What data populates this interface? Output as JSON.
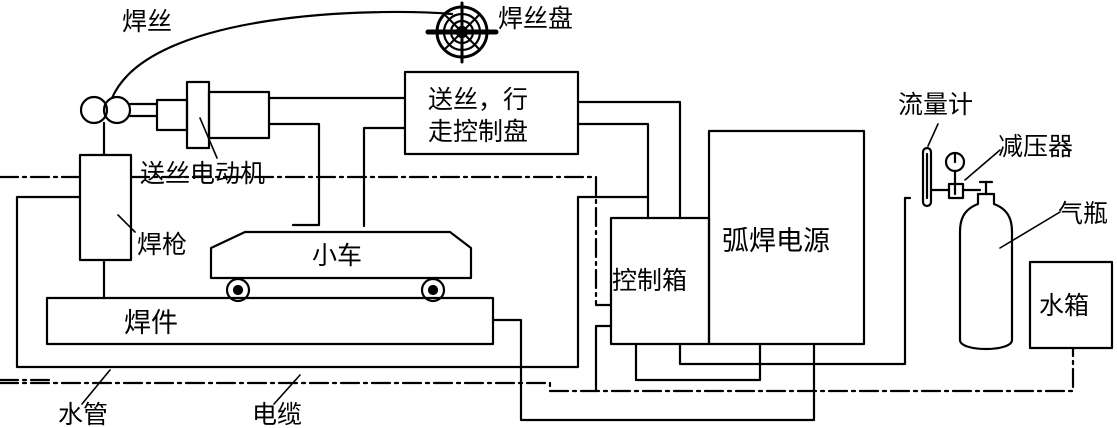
{
  "labels": {
    "wire": "焊丝",
    "wire_reel": "焊丝盘",
    "control_panel_line1": "送丝，行",
    "control_panel_line2": "走控制盘",
    "wire_feed_motor": "送丝电动机",
    "torch": "焊枪",
    "trolley": "小车",
    "control_box": "控制箱",
    "arc_power_source": "弧焊电源",
    "workpiece": "焊件",
    "flow_meter": "流量计",
    "pressure_reducer": "减压器",
    "gas_cylinder": "气瓶",
    "water_tank": "水箱",
    "water_pipe": "水管",
    "cable": "电缆"
  },
  "colors": {
    "line": "#000000",
    "background": "#ffffff"
  }
}
